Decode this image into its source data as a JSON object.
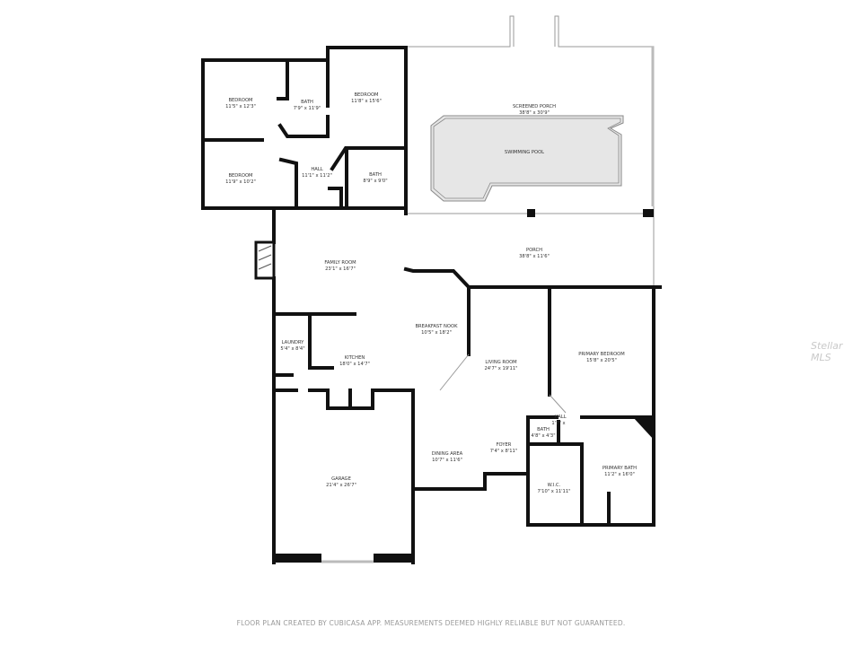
{
  "rooms": {
    "bedroom1": {
      "name": "BEDROOM",
      "size": "11'5\" x 12'3\""
    },
    "bath1": {
      "name": "BATH",
      "size": "7'9\" x 11'9\""
    },
    "bedroom2": {
      "name": "BEDROOM",
      "size": "11'8\" x 15'6\""
    },
    "bedroom3": {
      "name": "BEDROOM",
      "size": "11'9\" x 10'2\""
    },
    "hall1": {
      "name": "HALL",
      "size": "11'1\" x 11'2\""
    },
    "bath2": {
      "name": "BATH",
      "size": "8'9\" x 9'0\""
    },
    "screened_porch": {
      "name": "SCREENED PORCH",
      "size": "38'8\" x 30'9\""
    },
    "pool": {
      "name": "SWIMMING POOL"
    },
    "porch": {
      "name": "PORCH",
      "size": "38'8\" x 11'6\""
    },
    "family_room": {
      "name": "FAMILY ROOM",
      "size": "23'1\" x 16'7\""
    },
    "breakfast_nook": {
      "name": "BREAKFAST NOOK",
      "size": "10'5\" x 18'2\""
    },
    "laundry": {
      "name": "LAUNDRY",
      "size": "5'4\" x 8'4\""
    },
    "kitchen": {
      "name": "KITCHEN",
      "size": "18'0\" x 14'7\""
    },
    "living_room": {
      "name": "LIVING ROOM",
      "size": "24'7\" x 19'11\""
    },
    "primary_bedroom": {
      "name": "PRIMARY BEDROOM",
      "size": "15'8\" x 20'5\""
    },
    "hall2": {
      "name": "HALL",
      "size": "1'7\" x"
    },
    "bath3": {
      "name": "BATH",
      "size": "4'8\" x 4'3\""
    },
    "garage": {
      "name": "GARAGE",
      "size": "21'4\" x 26'7\""
    },
    "dining_area": {
      "name": "DINING AREA",
      "size": "10'7\" x 11'6\""
    },
    "foyer": {
      "name": "FOYER",
      "size": "7'4\" x 8'11\""
    },
    "wic": {
      "name": "W.I.C.",
      "size": "7'10\" x 11'11\""
    },
    "primary_bath": {
      "name": "PRIMARY BATH",
      "size": "11'2\" x 16'0\""
    }
  },
  "watermark": "Stellar MLS",
  "footer": "FLOOR PLAN CREATED BY CUBICASA APP. MEASUREMENTS DEEMED HIGHLY RELIABLE BUT NOT GUARANTEED.",
  "colors": {
    "wall": "#111111",
    "pool_fill": "#e6e6e6",
    "background": "#ffffff"
  }
}
